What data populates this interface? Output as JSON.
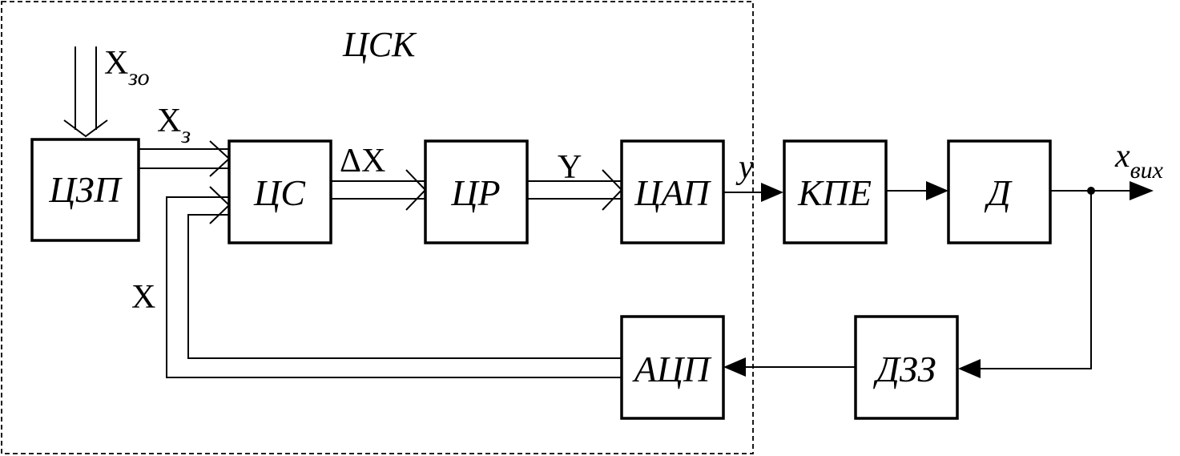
{
  "frame_label": "ЦСК",
  "blocks": {
    "czp": "ЦЗП",
    "cs": "ЦС",
    "cr": "ЦР",
    "cap": "ЦАП",
    "kpe": "КПЕ",
    "d": "Д",
    "dzz": "ДЗЗ",
    "acp": "АЦП"
  },
  "signals": {
    "x_zo": {
      "base": "X",
      "sub": "зо"
    },
    "x_z": {
      "base": "X",
      "sub": "з"
    },
    "delta_x": "ΔX",
    "y_upper": "Y",
    "y_lower": "y",
    "x_vyh": {
      "base": "x",
      "sub": "вих"
    },
    "x_feedback": "X"
  }
}
